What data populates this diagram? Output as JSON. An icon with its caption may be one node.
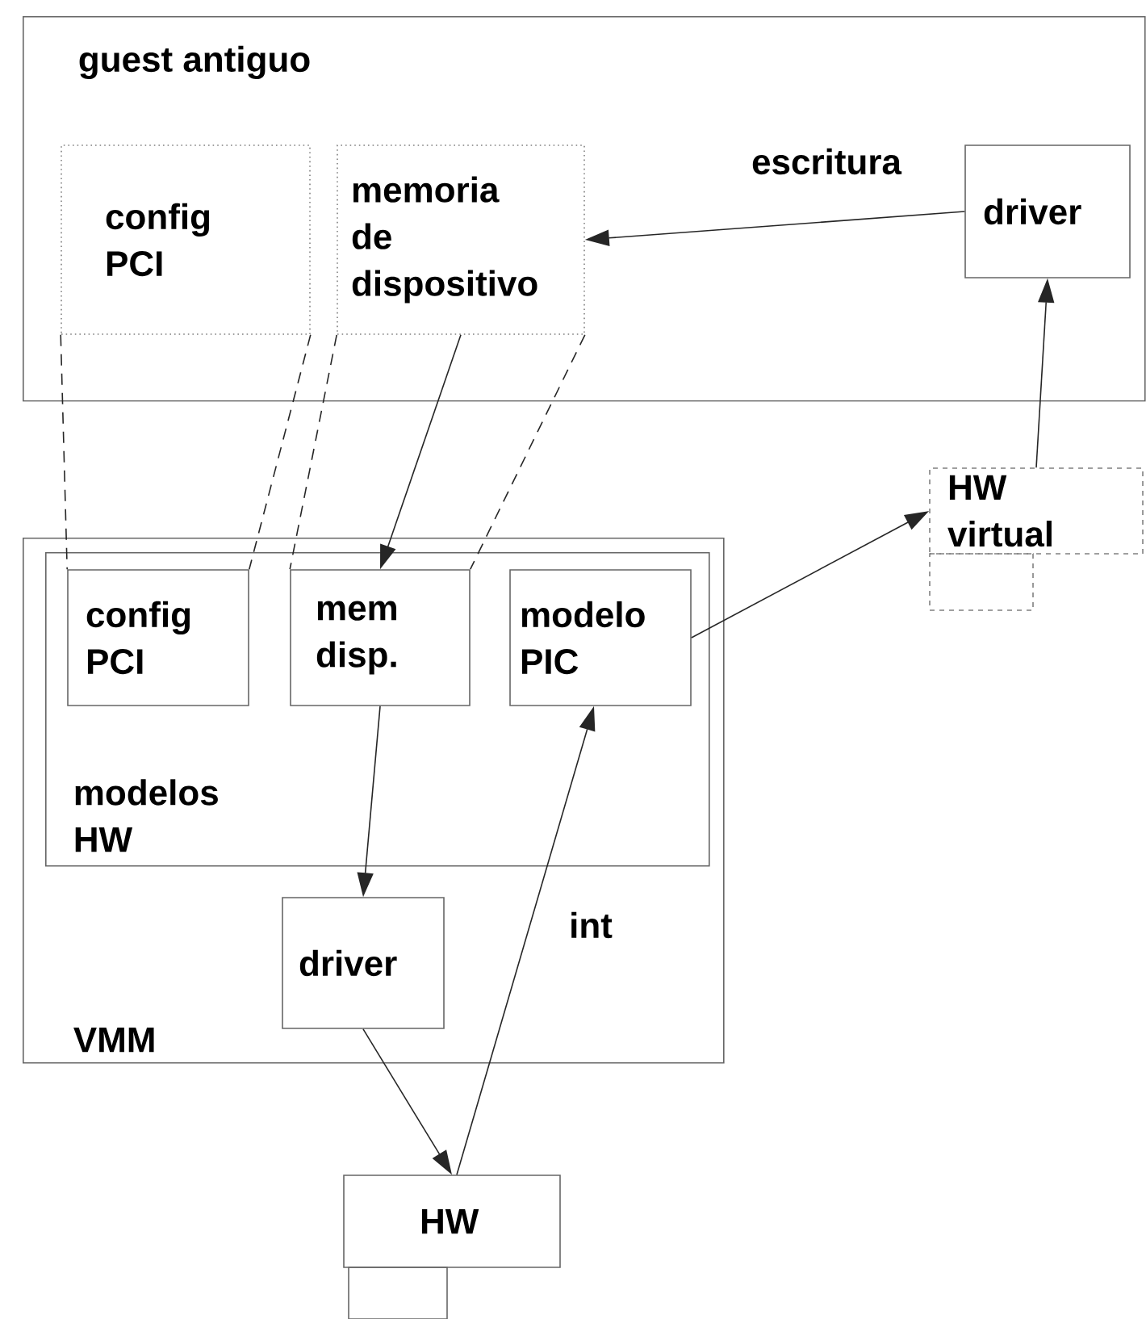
{
  "diagram": {
    "nodes": [
      {
        "text": [
          "guest antiguo"
        ]
      },
      {
        "text": [
          "config PCI"
        ],
        "in": 0
      },
      {
        "text": [
          "memoria de dispositivo"
        ],
        "in": 0
      },
      {
        "text": [
          "driver"
        ],
        "in": 0
      },
      {
        "text": [
          "HW virtual"
        ]
      },
      {
        "text": [],
        "shape": "box"
      },
      {
        "text": [
          "VMM"
        ]
      },
      {
        "text": [
          "modelos HW"
        ],
        "in": 6
      },
      {
        "text": [
          "config PCI"
        ],
        "in": 7
      },
      {
        "text": [
          "mem disp."
        ],
        "in": 7
      },
      {
        "text": [
          "modelo PIC"
        ],
        "in": 7
      },
      {
        "text": [
          "driver"
        ],
        "in": 6
      },
      {
        "text": [
          "HW"
        ]
      },
      {
        "text": [],
        "shape": "box"
      }
    ],
    "edges": [
      {
        "from": 3,
        "to": 2,
        "arrow": "to",
        "label": "escritura"
      },
      {
        "from": 1,
        "to": 8,
        "arrow": "none",
        "style": "dashed"
      },
      {
        "from": 1,
        "to": 8,
        "arrow": "none",
        "style": "dashed"
      },
      {
        "from": 2,
        "to": 9,
        "arrow": "none",
        "style": "dashed"
      },
      {
        "from": 2,
        "to": 9,
        "arrow": "none",
        "style": "dashed"
      },
      {
        "from": 2,
        "to": 9,
        "arrow": "to"
      },
      {
        "from": 10,
        "to": 4,
        "arrow": "to"
      },
      {
        "from": 4,
        "to": 3,
        "arrow": "to"
      },
      {
        "from": 9,
        "to": 11,
        "arrow": "to"
      },
      {
        "from": 11,
        "to": 12,
        "arrow": "to"
      },
      {
        "from": 12,
        "to": 10,
        "arrow": "to",
        "label": "int"
      }
    ]
  }
}
